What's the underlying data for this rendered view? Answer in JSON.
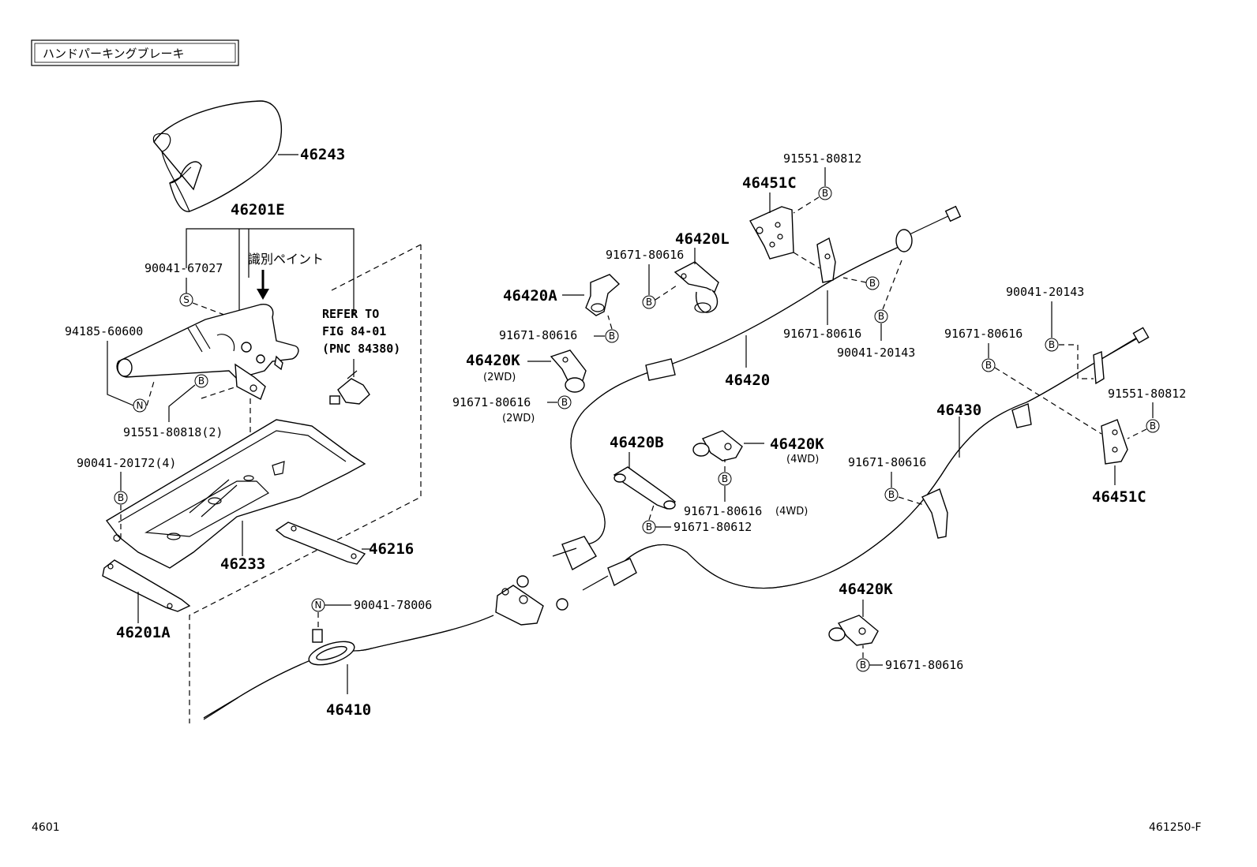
{
  "header": {
    "title": "ハンドパーキングブレーキ"
  },
  "note_paint": "識別ペイント",
  "refer": {
    "line1": "REFER TO",
    "line2": "FIG 84-01",
    "line3": "(PNC 84380)"
  },
  "parts": {
    "p46243": "46243",
    "p46201E": "46201E",
    "p90041_67027": "90041-67027",
    "p94185_60600": "94185-60600",
    "p91551_80818": "91551-80818(2)",
    "p90041_20172": "90041-20172(4)",
    "p46233": "46233",
    "p46216": "46216",
    "p46201A": "46201A",
    "p90041_78006": "90041-78006",
    "p46410": "46410",
    "p46420A": "46420A",
    "p91671_80616_a": "91671-80616",
    "p46420K_2wd": "46420K",
    "p2wd_a": "(2WD)",
    "p91671_80616_2wd": "91671-80616",
    "p2wd_b": "(2WD)",
    "p46420L": "46420L",
    "p91671_80616_b": "91671-80616",
    "p46451C_top": "46451C",
    "p91551_80812_top": "91551-80812",
    "p46420": "46420",
    "p91671_80616_c": "91671-80616",
    "p90041_20143_a": "90041-20143",
    "p46420B": "46420B",
    "p91671_80612": "91671-80612",
    "p46420K_4wd": "46420K",
    "p4wd_a": "(4WD)",
    "p91671_80616_4wd": "91671-80616",
    "p4wd_b": "(4WD)",
    "p90041_20143_b": "90041-20143",
    "p91671_80616_d": "91671-80616",
    "p46430": "46430",
    "p91551_80812_right": "91551-80812",
    "p91671_80616_e": "91671-80616",
    "p46451C_right": "46451C",
    "p46420K_bottom": "46420K",
    "p91671_80616_f": "91671-80616"
  },
  "symbols": {
    "S": "S",
    "N": "N",
    "B": "B"
  },
  "footer": {
    "left": "4601",
    "right": "461250-F"
  }
}
